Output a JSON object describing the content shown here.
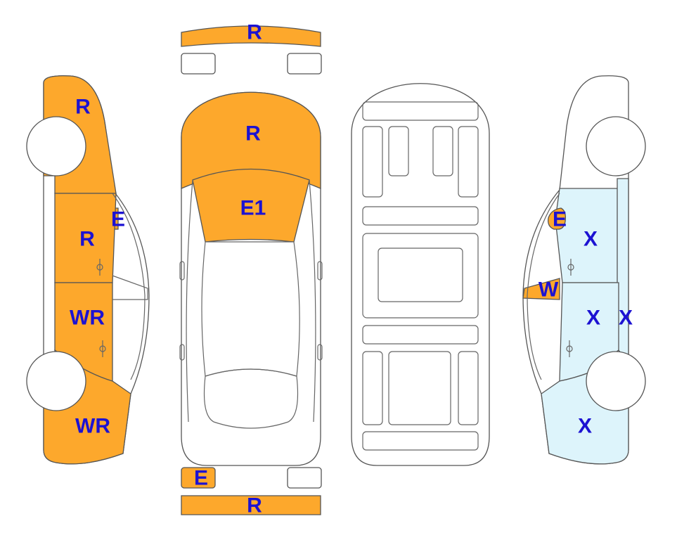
{
  "colors": {
    "damaged": "#FDA82C",
    "replaced": "#DDF4FB",
    "none": "#FFFFFF",
    "label": "#1C12D2",
    "outline": "#555555"
  },
  "labels": {
    "front_bumper": "R",
    "hood": "R",
    "windshield": "E1",
    "left_front_fender": "R",
    "left_mirror": "E",
    "left_front_door": "R",
    "left_rear_door": "WR",
    "left_rear_quarter": "WR",
    "rear_left_lamp": "E",
    "rear_bumper": "R",
    "right_mirror": "E",
    "right_front_door": "X",
    "right_front_window": "W",
    "right_rear_door": "X",
    "right_pillar": "X",
    "right_rear_quarter": "X"
  }
}
